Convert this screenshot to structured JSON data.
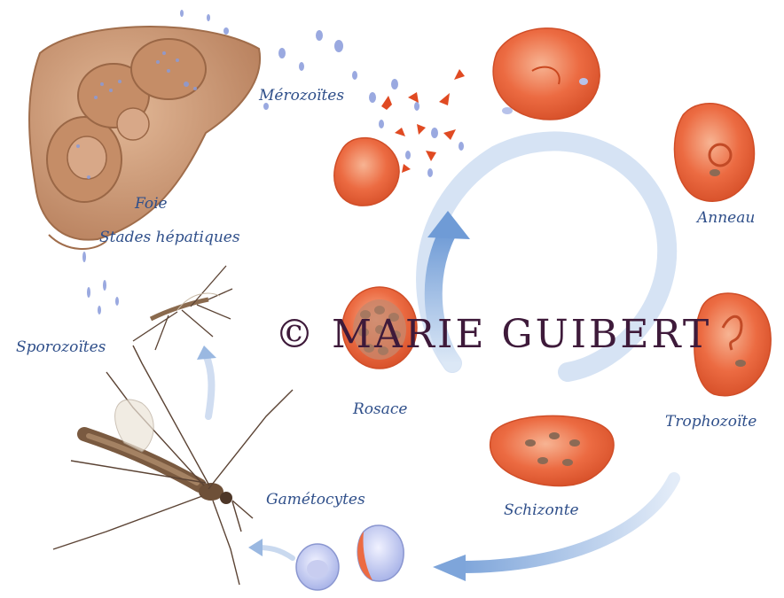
{
  "labels": {
    "merozoites": "Mérozoïtes",
    "foie": "Foie",
    "stades_hepatiques": "Stades hépatiques",
    "anneau": "Anneau",
    "sporozoites": "Sporozoïtes",
    "rosace": "Rosace",
    "trophozoite": "Trophozoïte",
    "schizonte": "Schizonte",
    "gametocytes": "Gamétocytes"
  },
  "watermark": "© MARIE GUIBERT",
  "colors": {
    "label_text": "#2f4f8a",
    "red_cell": "#e8623a",
    "red_cell_light": "#f4a27e",
    "liver": "#c99673",
    "arrow": "#b7cdea",
    "parasite": "#8a9bd8",
    "watermark": "#3e1a3a"
  }
}
